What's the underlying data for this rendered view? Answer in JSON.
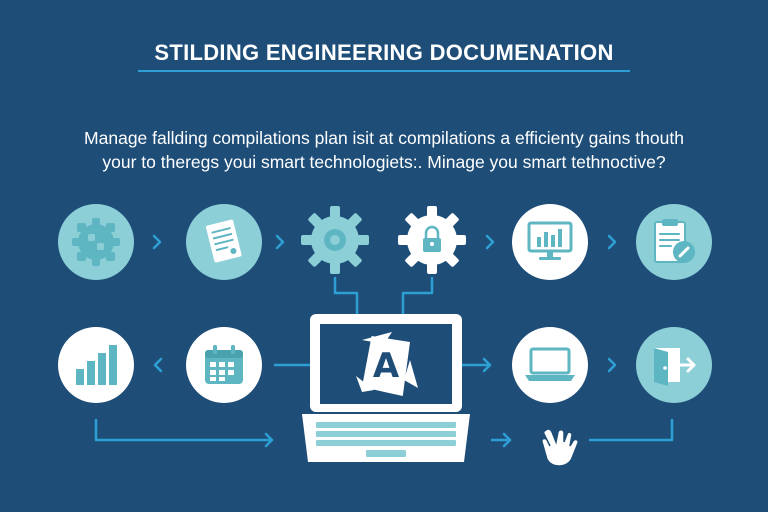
{
  "header": {
    "title": "STILDING ENGINEERING DOCUMENATION",
    "subtitle_line1": "Manage fallding compilations plan isit at compilations a efficienty gains thouth",
    "subtitle_line2": "your to theregs youi smart technologiets:. Minage you smart tethnoctive?"
  },
  "colors": {
    "background": "#1e4d78",
    "accent": "#2e9fd4",
    "node_light": "#8ccfd7",
    "node_white": "#ffffff",
    "icon_teal": "#5fb6c3"
  },
  "laptop": {
    "logo_letter": "A"
  },
  "icons": [
    "puzzle-gear-icon",
    "document-icon",
    "gear-icon",
    "lock-gear-icon",
    "monitor-chart-icon",
    "clipboard-check-icon",
    "bar-chart-icon",
    "calendar-icon",
    "laptop-icon",
    "exit-door-icon",
    "hand-pointer-icon"
  ]
}
